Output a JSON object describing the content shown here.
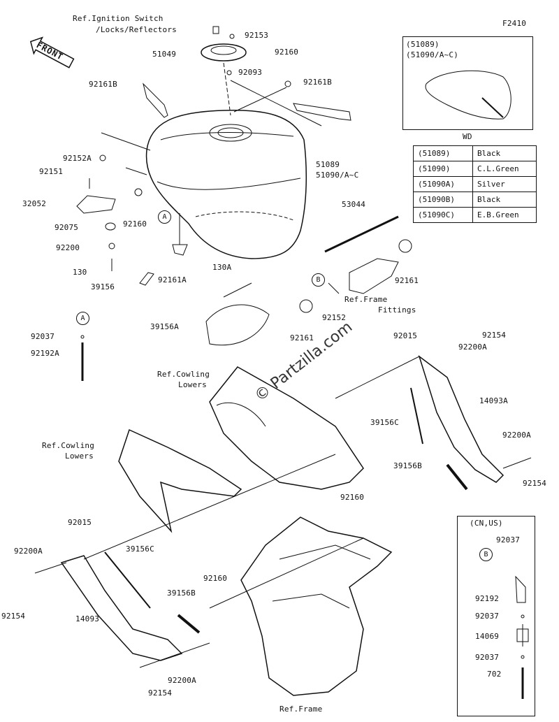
{
  "figure_code": "F2410",
  "front_label": "FRONT",
  "watermark": "© Partzilla.com",
  "labels": {
    "ref_ignition": "Ref.Ignition Switch",
    "ref_locks": "/Locks/Reflectors",
    "p92153": "92153",
    "p51049": "51049",
    "p92160_top": "92160",
    "p92093": "92093",
    "p92161B_left": "92161B",
    "p92161B_right": "92161B",
    "p51089": "51089",
    "p51090": "51090/A~C",
    "p92152A": "92152A",
    "p92151": "92151",
    "p32052": "32052",
    "p92160_mid": "92160",
    "p92075": "92075",
    "p92200": "92200",
    "p130": "130",
    "p39156": "39156",
    "p92161A": "92161A",
    "p130A": "130A",
    "p53044": "53044",
    "p92161_right": "92161",
    "ref_frame_fittings_1": "Ref.Frame",
    "ref_frame_fittings_2": "Fittings",
    "p92152": "92152",
    "p92161_mid": "92161",
    "p39156A": "39156A",
    "p92037": "92037",
    "p92192A": "92192A",
    "p92015_right": "92015",
    "p92154_right_top": "92154",
    "p92200A_right_top": "92200A",
    "ref_cowling_1": "Ref.Cowling",
    "ref_cowling_1b": "Lowers",
    "p14093A": "14093A",
    "p39156C_right": "39156C",
    "p92200A_right": "92200A",
    "p39156B_right": "39156B",
    "p92154_right": "92154",
    "ref_cowling_2": "Ref.Cowling",
    "ref_cowling_2b": "Lowers",
    "p92160_lower": "92160",
    "p92015_left": "92015",
    "p92200A_left": "92200A",
    "p39156C_left": "39156C",
    "p92160_bottom": "92160",
    "p39156B_left": "39156B",
    "p92154_left": "92154",
    "p14093": "14093",
    "p92200A_bottom": "92200A",
    "p92154_bottom": "92154",
    "ref_frame": "Ref.Frame",
    "circle_A": "A",
    "circle_B": "B"
  },
  "wd_inset": {
    "line1": "(51089)",
    "line2": "(51090/A~C)",
    "caption": "WD"
  },
  "color_table": [
    {
      "part": "(51089)",
      "color": "Black"
    },
    {
      "part": "(51090)",
      "color": "C.L.Green"
    },
    {
      "part": "(51090A)",
      "color": "Silver"
    },
    {
      "part": "(51090B)",
      "color": "Black"
    },
    {
      "part": "(51090C)",
      "color": "E.B.Green"
    }
  ],
  "cnus_inset": {
    "title": "(CN,US)",
    "circle": "B",
    "parts": [
      "92037",
      "92192",
      "92037",
      "14069",
      "92037",
      "702"
    ]
  }
}
